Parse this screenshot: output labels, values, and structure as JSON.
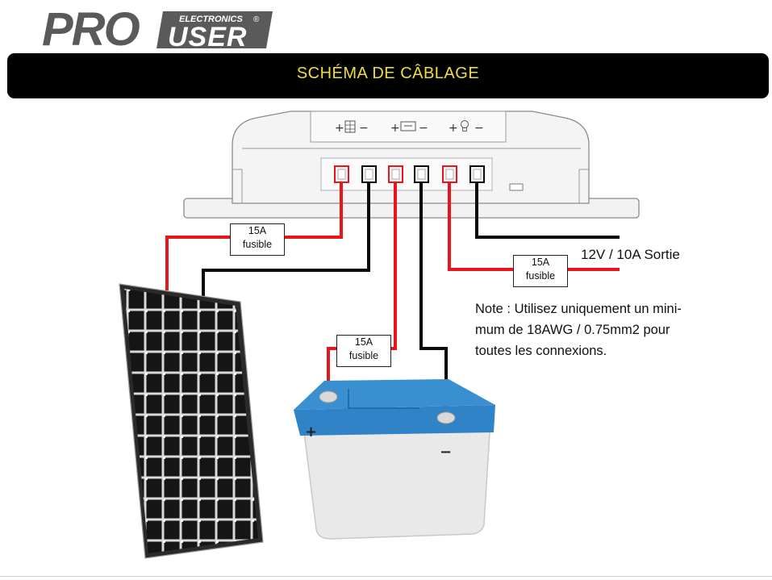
{
  "brand": {
    "logo_main": "PRO",
    "logo_user": "USER",
    "logo_top": "ELECTRONICS",
    "registered": "®"
  },
  "banner": {
    "title": "SCHÉMA DE CÂBLAGE"
  },
  "controller": {
    "ports": [
      {
        "icon": "solar-panel-icon",
        "plus": "+",
        "minus": "−"
      },
      {
        "icon": "battery-icon",
        "plus": "+",
        "minus": "−"
      },
      {
        "icon": "bulb-icon",
        "plus": "+",
        "minus": "−"
      }
    ]
  },
  "fuses": {
    "panel": {
      "rating": "15A",
      "label": "fusible"
    },
    "load": {
      "rating": "15A",
      "label": "fusible"
    },
    "battery": {
      "rating": "15A",
      "label": "fusible"
    }
  },
  "output": {
    "label": "12V / 10A Sortie"
  },
  "note": {
    "line1": "Note : Utilisez uniquement un mini-",
    "line2": "mum de 18AWG / 0.75mm2 pour",
    "line3": "toutes les connexions."
  },
  "battery": {
    "plus": "+",
    "minus": "−"
  },
  "colors": {
    "banner_bg": "#000000",
    "banner_text": "#f0dc3c",
    "wire_positive": "#e8161b",
    "wire_negative": "#0a0a0a",
    "battery_lid": "#3a8fd0",
    "panel_cells": "#141414"
  }
}
